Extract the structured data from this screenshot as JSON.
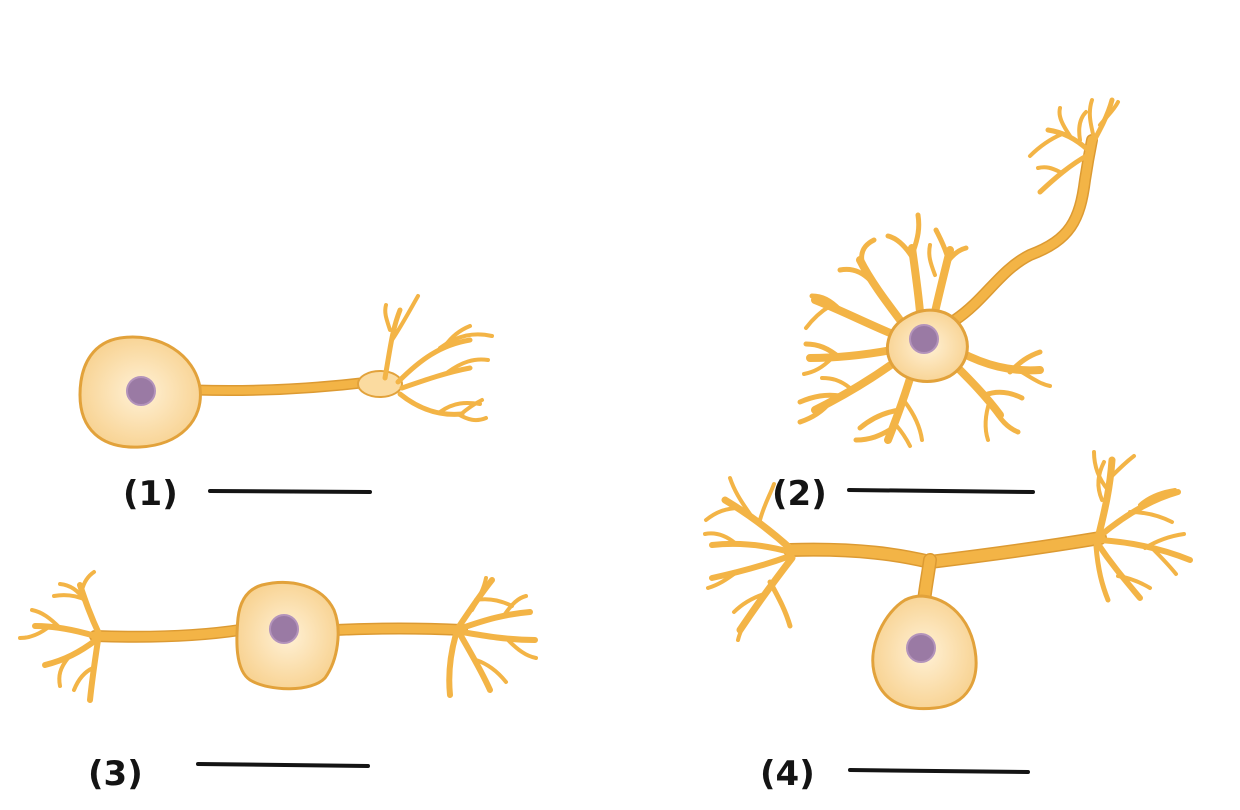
{
  "labels": [
    {
      "id": "1",
      "text": "(1)"
    },
    {
      "id": "2",
      "text": "(2)"
    },
    {
      "id": "3",
      "text": "(3)"
    },
    {
      "id": "4",
      "text": "(4)"
    }
  ],
  "colors": {
    "fiber": "#f3b446",
    "fiber_edge": "#dc9a32",
    "soma_light": "#fff1d6",
    "soma_dark": "#f7cf8a",
    "nucleus": "#9a7aa4",
    "ink": "#141414"
  }
}
